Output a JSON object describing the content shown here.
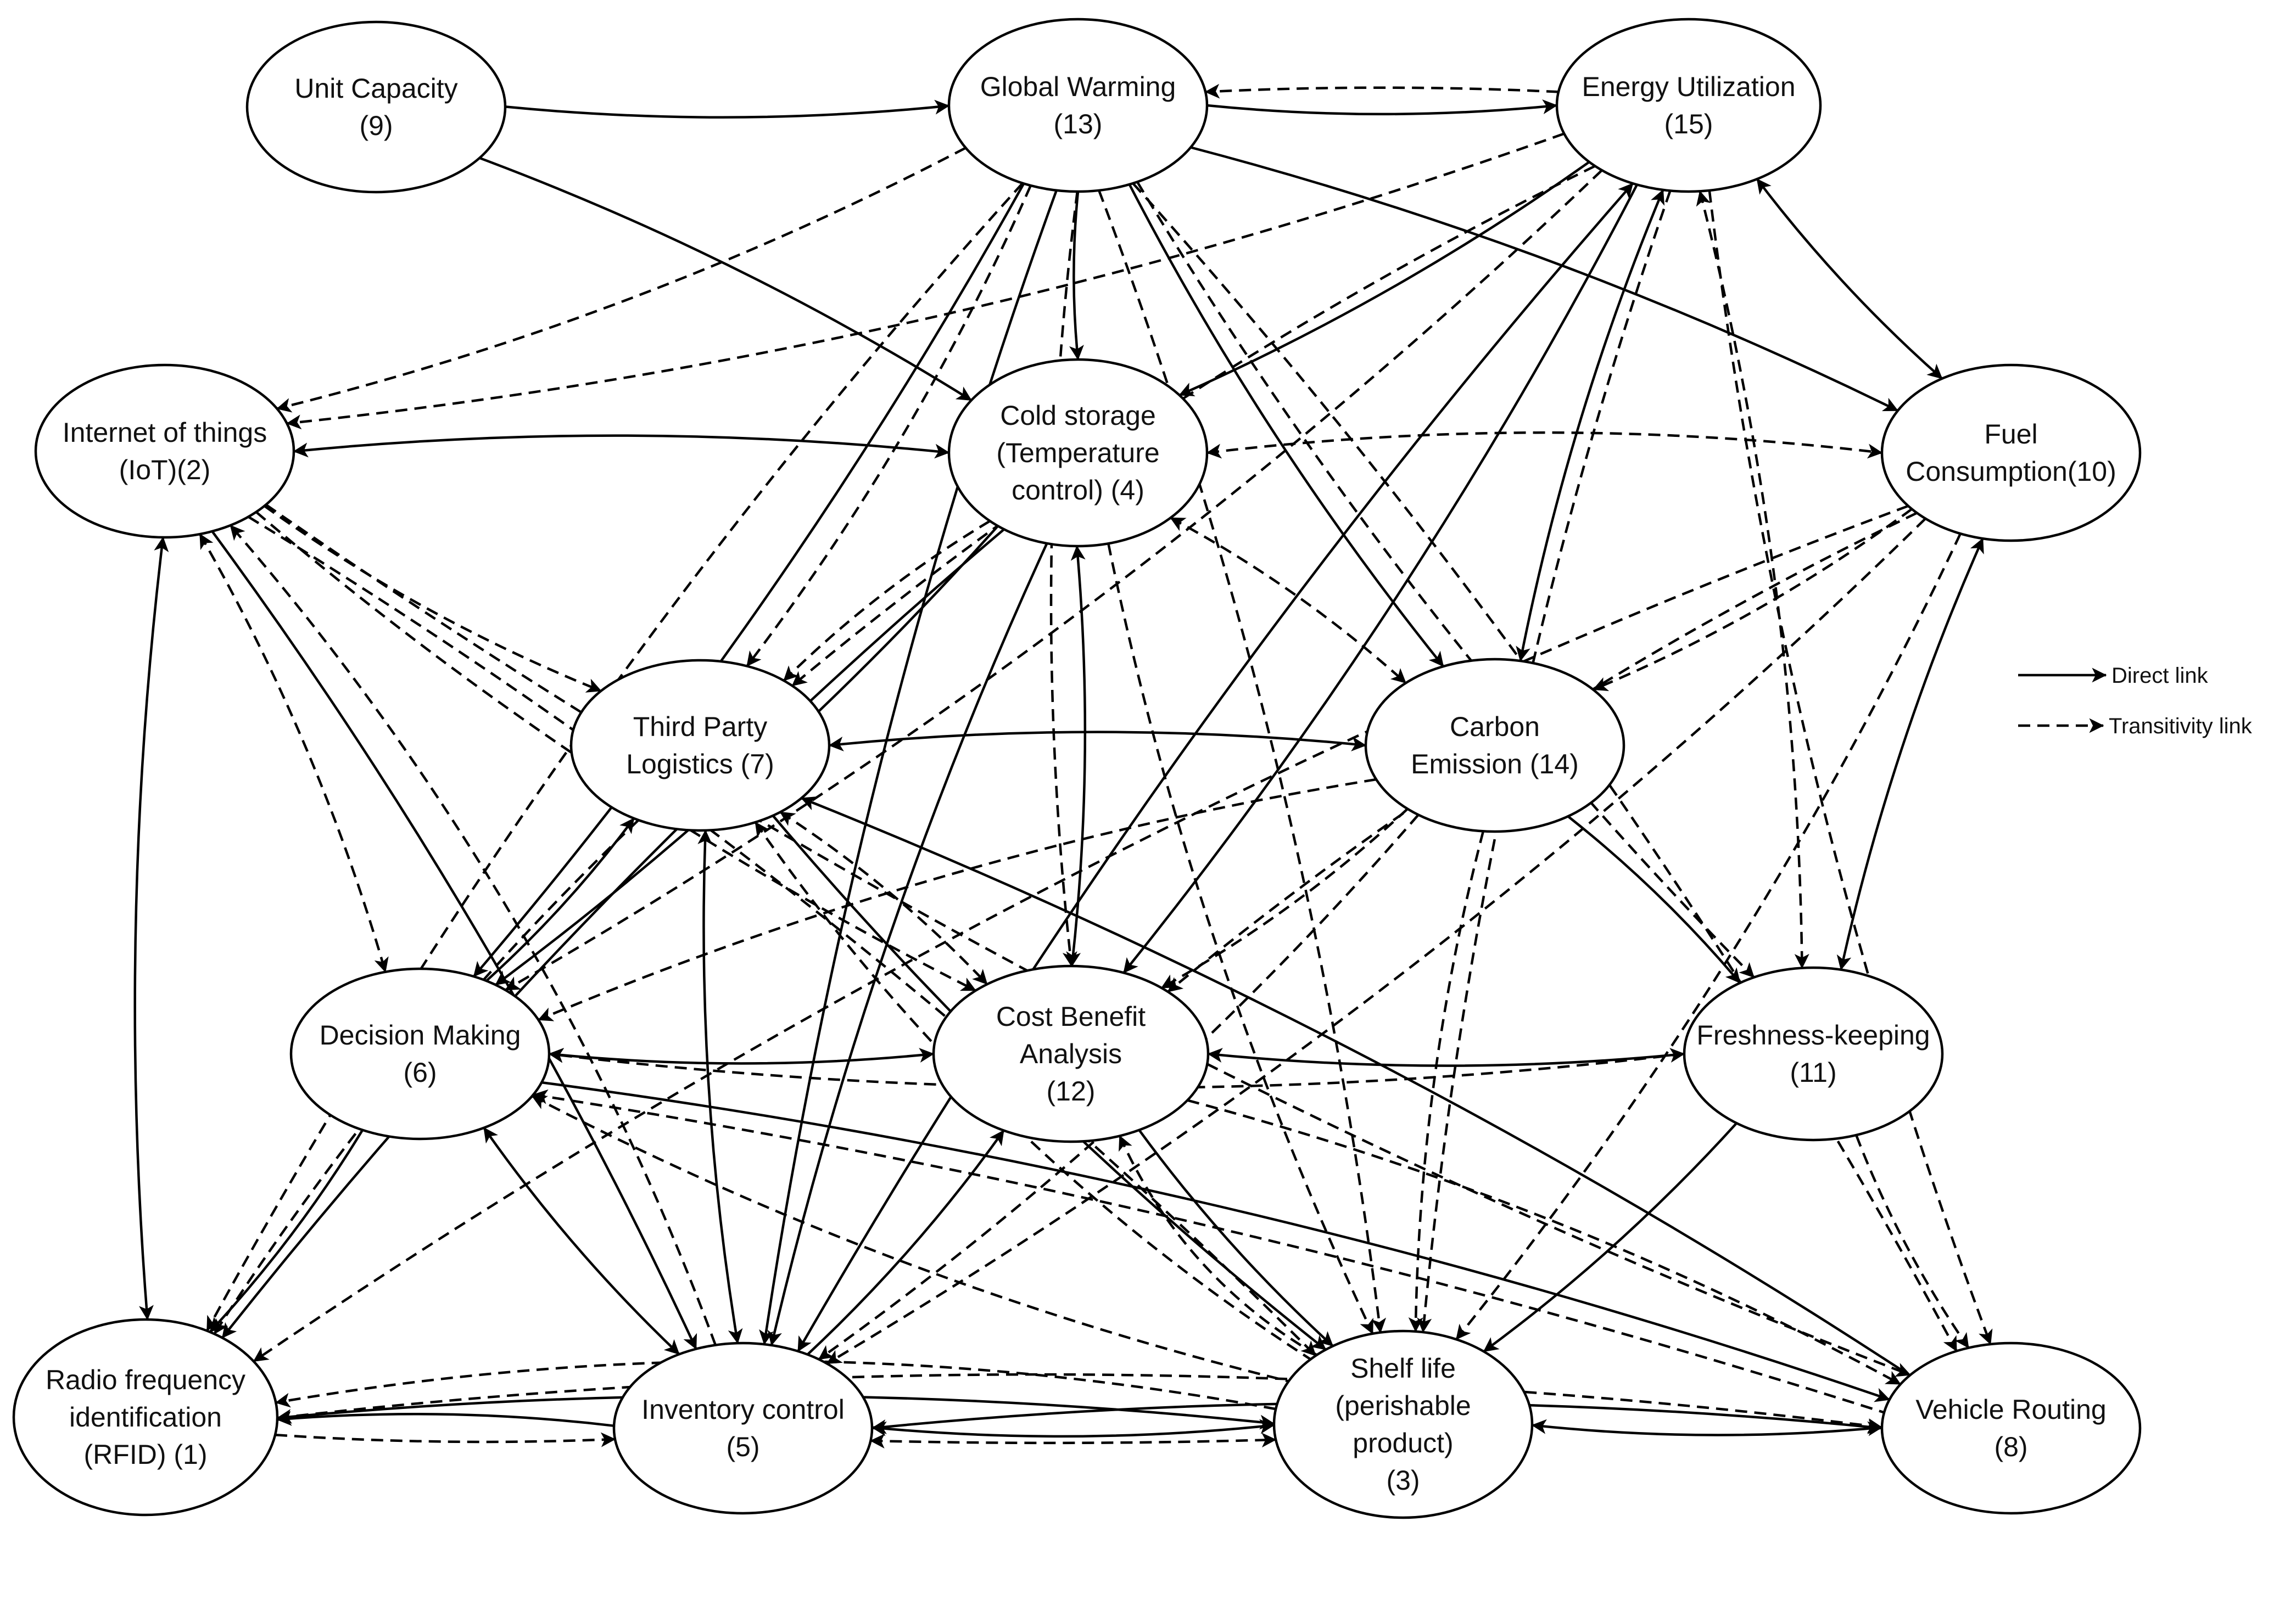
{
  "nodes": [
    {
      "id": 1,
      "lines": [
        "Radio frequency",
        "identification",
        "(RFID) (1)"
      ]
    },
    {
      "id": 2,
      "lines": [
        "Internet of things",
        "(IoT)(2)"
      ]
    },
    {
      "id": 3,
      "lines": [
        "Shelf life",
        "(perishable",
        "product)",
        "(3)"
      ]
    },
    {
      "id": 4,
      "lines": [
        "Cold storage",
        "(Temperature",
        "control) (4)"
      ]
    },
    {
      "id": 5,
      "lines": [
        "Inventory control",
        "(5)"
      ]
    },
    {
      "id": 6,
      "lines": [
        "Decision Making",
        "(6)"
      ]
    },
    {
      "id": 7,
      "lines": [
        "Third Party",
        "Logistics (7)"
      ]
    },
    {
      "id": 8,
      "lines": [
        "Vehicle Routing",
        "(8)"
      ]
    },
    {
      "id": 9,
      "lines": [
        "Unit Capacity",
        "(9)"
      ]
    },
    {
      "id": 10,
      "lines": [
        "Fuel",
        "Consumption(10)"
      ]
    },
    {
      "id": 11,
      "lines": [
        "Freshness-keeping",
        "(11)"
      ]
    },
    {
      "id": 12,
      "lines": [
        "Cost Benefit",
        "Analysis",
        "(12)"
      ]
    },
    {
      "id": 13,
      "lines": [
        "Global Warming",
        "(13)"
      ]
    },
    {
      "id": 14,
      "lines": [
        "Carbon",
        "Emission (14)"
      ]
    },
    {
      "id": 15,
      "lines": [
        "Energy Utilization",
        "(15)"
      ]
    }
  ],
  "edges": [
    {
      "from": 9,
      "to": 13,
      "type": "direct",
      "arrows": "end"
    },
    {
      "from": 9,
      "to": 4,
      "type": "direct",
      "arrows": "end"
    },
    {
      "from": 13,
      "to": 15,
      "type": "direct",
      "arrows": "end"
    },
    {
      "from": 15,
      "to": 13,
      "type": "transitive",
      "arrows": "end"
    },
    {
      "from": 13,
      "to": 4,
      "type": "direct",
      "arrows": "end"
    },
    {
      "from": 13,
      "to": 10,
      "type": "direct",
      "arrows": "end"
    },
    {
      "from": 13,
      "to": 14,
      "type": "direct",
      "arrows": "end"
    },
    {
      "from": 13,
      "to": 6,
      "type": "direct",
      "arrows": "end"
    },
    {
      "from": 13,
      "to": 5,
      "type": "direct",
      "arrows": "end"
    },
    {
      "from": 13,
      "to": 2,
      "type": "transitive",
      "arrows": "end"
    },
    {
      "from": 13,
      "to": 1,
      "type": "transitive",
      "arrows": "end"
    },
    {
      "from": 13,
      "to": 7,
      "type": "transitive",
      "arrows": "end"
    },
    {
      "from": 13,
      "to": 12,
      "type": "transitive",
      "arrows": "end"
    },
    {
      "from": 13,
      "to": 3,
      "type": "transitive",
      "arrows": "end"
    },
    {
      "from": 13,
      "to": 11,
      "type": "transitive",
      "arrows": "end"
    },
    {
      "from": 13,
      "to": 8,
      "type": "transitive",
      "arrows": "end"
    },
    {
      "from": 15,
      "to": 10,
      "type": "direct",
      "arrows": "both"
    },
    {
      "from": 15,
      "to": 4,
      "type": "direct",
      "arrows": "end"
    },
    {
      "from": 15,
      "to": 14,
      "type": "direct",
      "arrows": "both"
    },
    {
      "from": 15,
      "to": 12,
      "type": "direct",
      "arrows": "end"
    },
    {
      "from": 15,
      "to": 5,
      "type": "direct",
      "arrows": "both"
    },
    {
      "from": 15,
      "to": 2,
      "type": "transitive",
      "arrows": "end"
    },
    {
      "from": 15,
      "to": 7,
      "type": "transitive",
      "arrows": "end"
    },
    {
      "from": 15,
      "to": 6,
      "type": "transitive",
      "arrows": "end"
    },
    {
      "from": 15,
      "to": 3,
      "type": "transitive",
      "arrows": "end"
    },
    {
      "from": 15,
      "to": 11,
      "type": "transitive",
      "arrows": "both"
    },
    {
      "from": 15,
      "to": 8,
      "type": "transitive",
      "arrows": "end"
    },
    {
      "from": 2,
      "to": 4,
      "type": "direct",
      "arrows": "both"
    },
    {
      "from": 2,
      "to": 1,
      "type": "direct",
      "arrows": "both"
    },
    {
      "from": 2,
      "to": 5,
      "type": "direct",
      "arrows": "end"
    },
    {
      "from": 2,
      "to": 7,
      "type": "transitive",
      "arrows": "end"
    },
    {
      "from": 2,
      "to": 6,
      "type": "transitive",
      "arrows": "both"
    },
    {
      "from": 2,
      "to": 12,
      "type": "transitive",
      "arrows": "end"
    },
    {
      "from": 2,
      "to": 3,
      "type": "transitive",
      "arrows": "end"
    },
    {
      "from": 2,
      "to": 8,
      "type": "transitive",
      "arrows": "end"
    },
    {
      "from": 4,
      "to": 6,
      "type": "direct",
      "arrows": "end"
    },
    {
      "from": 4,
      "to": 1,
      "type": "direct",
      "arrows": "end"
    },
    {
      "from": 4,
      "to": 12,
      "type": "direct",
      "arrows": "both"
    },
    {
      "from": 4,
      "to": 5,
      "type": "direct",
      "arrows": "end"
    },
    {
      "from": 4,
      "to": 10,
      "type": "transitive",
      "arrows": "both"
    },
    {
      "from": 4,
      "to": 7,
      "type": "transitive",
      "arrows": "end"
    },
    {
      "from": 4,
      "to": 14,
      "type": "transitive",
      "arrows": "both"
    },
    {
      "from": 4,
      "to": 3,
      "type": "transitive",
      "arrows": "end"
    },
    {
      "from": 7,
      "to": 14,
      "type": "direct",
      "arrows": "both"
    },
    {
      "from": 7,
      "to": 5,
      "type": "direct",
      "arrows": "both"
    },
    {
      "from": 7,
      "to": 6,
      "type": "direct",
      "arrows": "start"
    },
    {
      "from": 7,
      "to": 3,
      "type": "direct",
      "arrows": "end"
    },
    {
      "from": 7,
      "to": 8,
      "type": "direct",
      "arrows": "start"
    },
    {
      "from": 7,
      "to": 1,
      "type": "transitive",
      "arrows": "end"
    },
    {
      "from": 7,
      "to": 12,
      "type": "transitive",
      "arrows": "both"
    },
    {
      "from": 7,
      "to": 3,
      "type": "transitive",
      "arrows": "start"
    },
    {
      "from": 14,
      "to": 11,
      "type": "direct",
      "arrows": "end"
    },
    {
      "from": 14,
      "to": 6,
      "type": "transitive",
      "arrows": "end"
    },
    {
      "from": 14,
      "to": 12,
      "type": "transitive",
      "arrows": "end"
    },
    {
      "from": 14,
      "to": 3,
      "type": "transitive",
      "arrows": "end"
    },
    {
      "from": 14,
      "to": 5,
      "type": "transitive",
      "arrows": "end"
    },
    {
      "from": 10,
      "to": 11,
      "type": "direct",
      "arrows": "both"
    },
    {
      "from": 10,
      "to": 14,
      "type": "transitive",
      "arrows": "end"
    },
    {
      "from": 10,
      "to": 12,
      "type": "transitive",
      "arrows": "end"
    },
    {
      "from": 10,
      "to": 3,
      "type": "transitive",
      "arrows": "end"
    },
    {
      "from": 10,
      "to": 1,
      "type": "transitive",
      "arrows": "end"
    },
    {
      "from": 10,
      "to": 5,
      "type": "transitive",
      "arrows": "end"
    },
    {
      "from": 6,
      "to": 12,
      "type": "direct",
      "arrows": "both"
    },
    {
      "from": 6,
      "to": 1,
      "type": "direct",
      "arrows": "end"
    },
    {
      "from": 6,
      "to": 5,
      "type": "direct",
      "arrows": "both"
    },
    {
      "from": 6,
      "to": 8,
      "type": "direct",
      "arrows": "end"
    },
    {
      "from": 6,
      "to": 3,
      "type": "transitive",
      "arrows": "start"
    },
    {
      "from": 6,
      "to": 8,
      "type": "transitive",
      "arrows": "start"
    },
    {
      "from": 12,
      "to": 11,
      "type": "direct",
      "arrows": "both"
    },
    {
      "from": 12,
      "to": 5,
      "type": "direct",
      "arrows": "start"
    },
    {
      "from": 12,
      "to": 3,
      "type": "direct",
      "arrows": "end"
    },
    {
      "from": 12,
      "to": 8,
      "type": "transitive",
      "arrows": "end"
    },
    {
      "from": 12,
      "to": 3,
      "type": "transitive",
      "arrows": "start"
    },
    {
      "from": 11,
      "to": 3,
      "type": "direct",
      "arrows": "end"
    },
    {
      "from": 11,
      "to": 8,
      "type": "transitive",
      "arrows": "end"
    },
    {
      "from": 11,
      "to": 6,
      "type": "transitive",
      "arrows": "end"
    },
    {
      "from": 5,
      "to": 1,
      "type": "direct",
      "arrows": "end"
    },
    {
      "from": 1,
      "to": 5,
      "type": "transitive",
      "arrows": "end"
    },
    {
      "from": 5,
      "to": 3,
      "type": "direct",
      "arrows": "both"
    },
    {
      "from": 5,
      "to": 3,
      "type": "transitive",
      "arrows": "both"
    },
    {
      "from": 5,
      "to": 2,
      "type": "transitive",
      "arrows": "end"
    },
    {
      "from": 5,
      "to": 8,
      "type": "direct",
      "arrows": "both"
    },
    {
      "from": 3,
      "to": 8,
      "type": "direct",
      "arrows": "both"
    },
    {
      "from": 1,
      "to": 3,
      "type": "direct",
      "arrows": "end"
    },
    {
      "from": 3,
      "to": 1,
      "type": "transitive",
      "arrows": "end"
    },
    {
      "from": 1,
      "to": 8,
      "type": "transitive",
      "arrows": "both"
    }
  ],
  "legend": {
    "direct": "Direct link",
    "transitive": "Transitivity link"
  }
}
